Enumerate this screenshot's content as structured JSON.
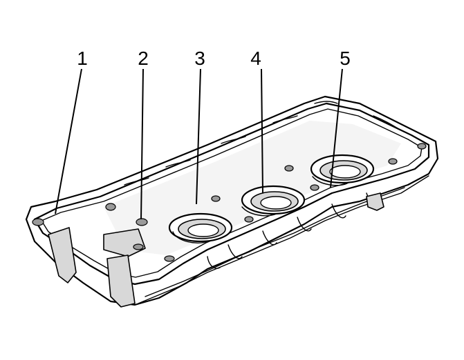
{
  "callouts": [
    {
      "id": "1",
      "label": "1"
    },
    {
      "id": "2",
      "label": "2"
    },
    {
      "id": "3",
      "label": "3"
    },
    {
      "id": "4",
      "label": "4"
    },
    {
      "id": "5",
      "label": "5"
    }
  ],
  "colors": {
    "line": "#000000",
    "background": "#ffffff",
    "shade": "#d8d8d8"
  },
  "icons": [
    "valve-cover-gasket-illustration"
  ]
}
